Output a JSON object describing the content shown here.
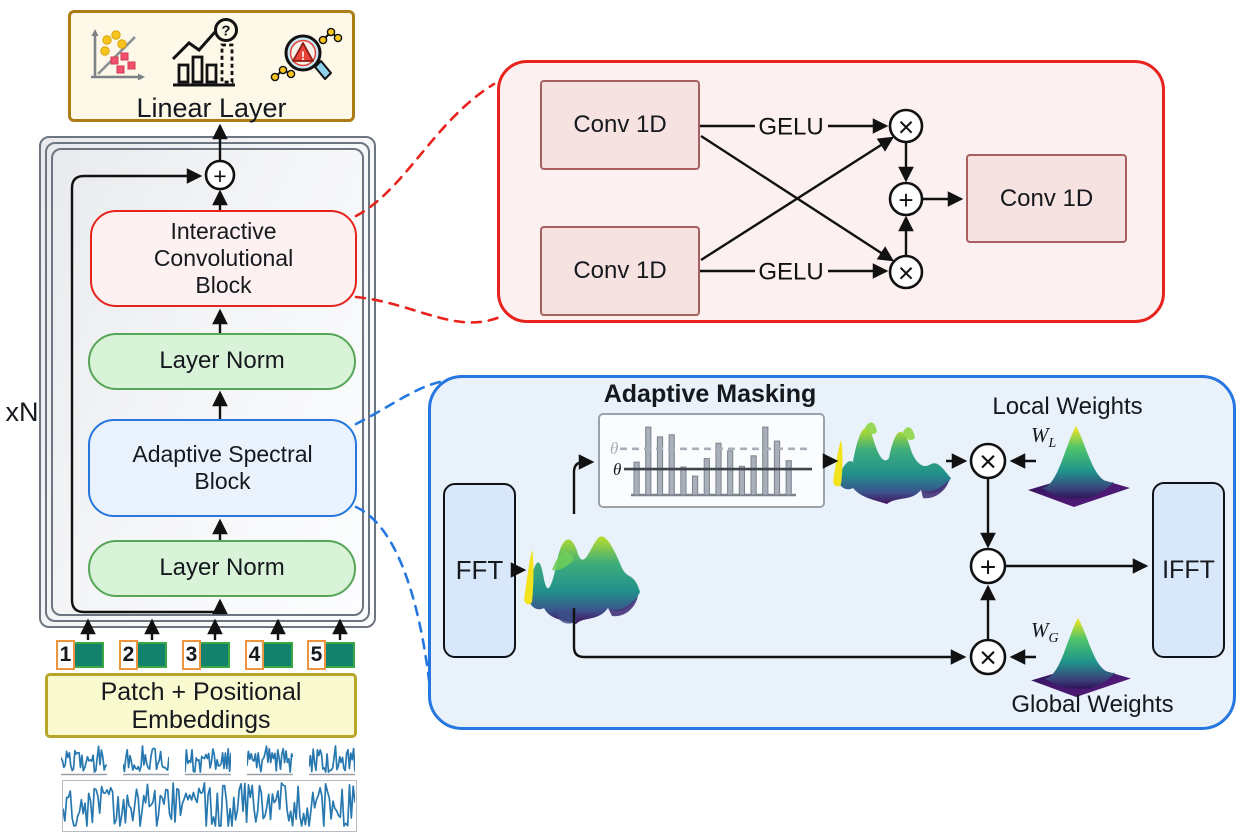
{
  "diagram": {
    "repeat_label": "xN",
    "linear_layer": {
      "label": "Linear Layer"
    },
    "encoder": {
      "residual_add": "+",
      "icb_label": "Interactive Convolutional Block",
      "layer_norm_upper": "Layer Norm",
      "asb_label": "Adaptive Spectral Block",
      "layer_norm_lower": "Layer Norm"
    },
    "patch_embedding": {
      "label": "Patch + Positional Embeddings",
      "tokens": [
        "1",
        "2",
        "3",
        "4",
        "5"
      ]
    },
    "icb_detail": {
      "conv_top": "Conv 1D",
      "conv_bottom": "Conv 1D",
      "conv_out": "Conv 1D",
      "gelu_top": "GELU",
      "gelu_bottom": "GELU",
      "multiply": "×",
      "add": "+"
    },
    "asb_detail": {
      "fft": "FFT",
      "ifft": "IFFT",
      "masking_title": "Adaptive Masking",
      "local_weights_label": "Local Weights",
      "global_weights_label": "Global Weights",
      "local_symbol": "W",
      "local_sub": "L",
      "global_symbol": "W",
      "global_sub": "G",
      "multiply": "×",
      "add": "+"
    }
  },
  "chart_data": {
    "type": "bar",
    "title": "Adaptive Masking",
    "values": [
      0.47,
      0.97,
      0.83,
      0.86,
      0.4,
      0.27,
      0.52,
      0.74,
      0.63,
      0.41,
      0.56,
      0.97,
      0.77,
      0.49
    ],
    "thresholds": {
      "upper_dashed": 0.66,
      "lower_solid": 0.37
    },
    "threshold_labels": [
      "θ",
      "θ"
    ],
    "bar_color": "#a9b0ba",
    "bar_stroke": "#7b828c",
    "xlabel": "",
    "ylabel": "",
    "grid": false,
    "legend": false
  },
  "colors": {
    "red_accent": "#e8231d",
    "blue_accent": "#2677e0",
    "green_border": "#57a657",
    "green_fill": "#d9f3d8",
    "pink_fill": "#fdf1f1",
    "conv_fill": "#f7e2e2",
    "conv_border": "#a85f5f",
    "blue_block_fill": "#eaf2fd",
    "blue_panel_fill": "#e9f1fb",
    "fft_fill": "#d9e7fa",
    "gold_border": "#ad7d15",
    "cream_fill": "#fdf8e8",
    "yellow_fill": "#fafad0",
    "yellow_border": "#b7a62a",
    "teal_patch": "#12826d",
    "patch_green_border": "#3aa845",
    "orange_border": "#ef9540",
    "waveform": "#2878b0",
    "panel_border": "#6d7680"
  }
}
